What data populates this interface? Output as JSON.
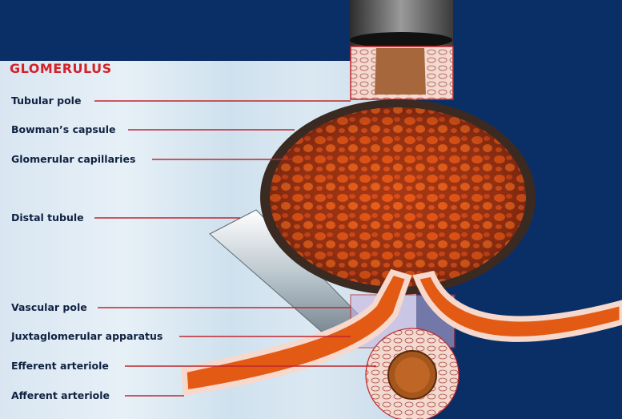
{
  "diagram": {
    "title": "GLOMERULUS",
    "labels": [
      {
        "id": "tubular-pole",
        "text": "Tubular pole"
      },
      {
        "id": "bowmans-capsule",
        "text": "Bowman’s capsule"
      },
      {
        "id": "glomerular-capillaries",
        "text": "Glomerular capillaries"
      },
      {
        "id": "distal-tubule",
        "text": "Distal tubule"
      },
      {
        "id": "vascular-pole",
        "text": "Vascular pole"
      },
      {
        "id": "juxtaglomerular-apparatus",
        "text": "Juxtaglomerular apparatus"
      },
      {
        "id": "efferent-arteriole",
        "text": "Efferent arteriole"
      },
      {
        "id": "afferent-arteriole",
        "text": "Afferent arteriole"
      }
    ],
    "colors": {
      "background": "#0a2f66",
      "title": "#d3222a",
      "leader_line": "#c0262d",
      "capsule_tissue": "#c24a1c",
      "arteriole": "#e35a14"
    }
  }
}
